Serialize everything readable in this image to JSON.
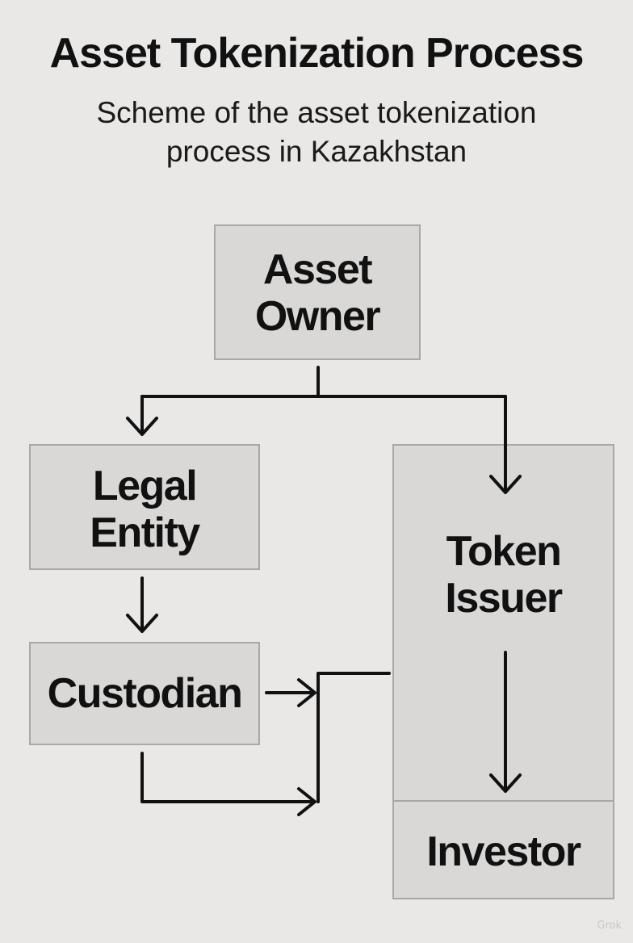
{
  "header": {
    "title": "Asset Tokenization Process",
    "subtitle": "Scheme of the asset tokenization process in Kazakhstan"
  },
  "nodes": {
    "asset_owner": "Asset\nOwner",
    "legal_entity": "Legal\nEntity",
    "custodian": "Custodian",
    "token_issuer": "Token\nIssuer",
    "investor": "Investor"
  },
  "edges": [
    {
      "from": "Asset Owner",
      "to": "Legal Entity"
    },
    {
      "from": "Asset Owner",
      "to": "Token Issuer"
    },
    {
      "from": "Legal Entity",
      "to": "Custodian"
    },
    {
      "from": "Custodian",
      "to": "Token Issuer"
    },
    {
      "from": "Token Issuer",
      "to": "Investor"
    }
  ],
  "watermark": "Grok",
  "colors": {
    "background": "#e9e8e7",
    "box_fill": "#d9d8d6",
    "box_border": "#a9a8a6",
    "line": "#111111"
  }
}
